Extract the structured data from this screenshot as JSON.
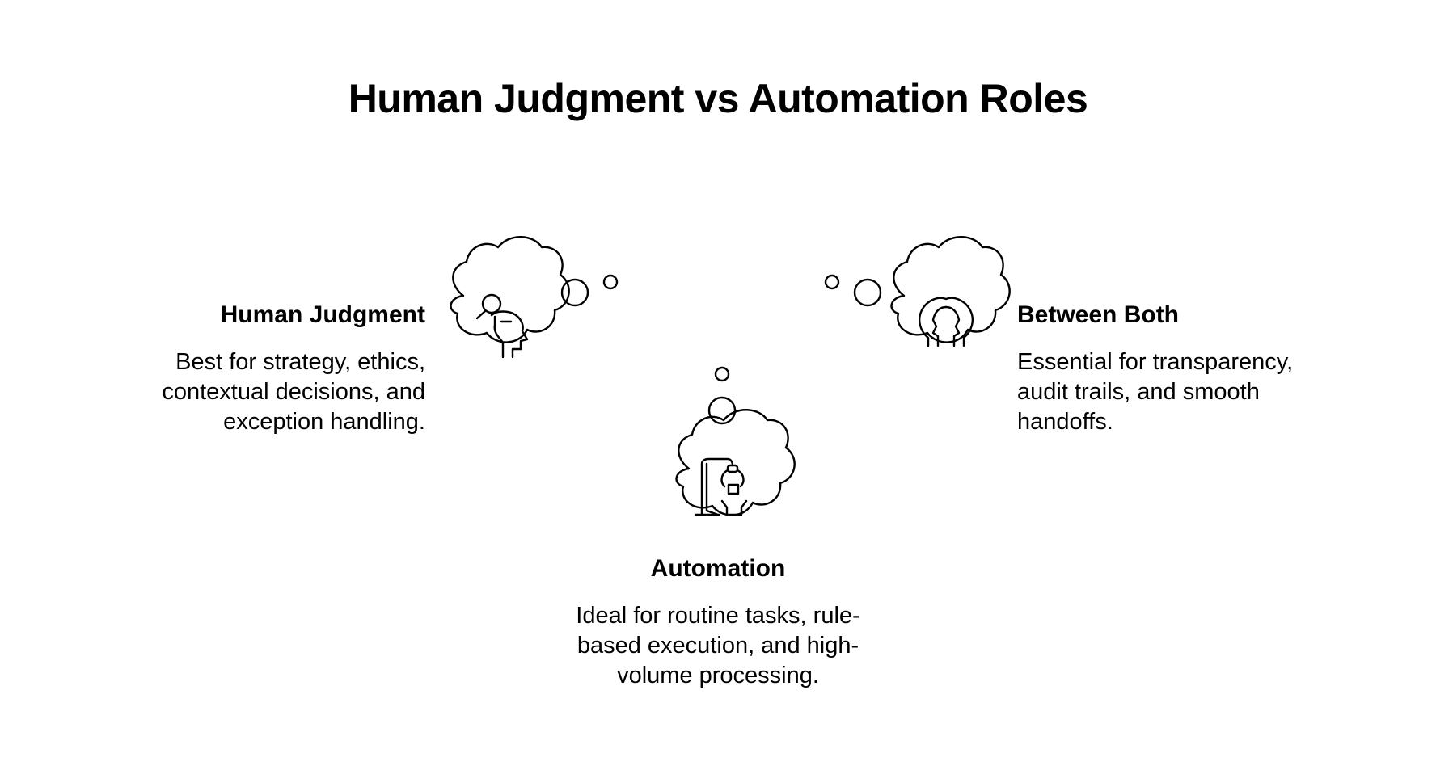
{
  "title": "Human Judgment vs Automation Roles",
  "items": [
    {
      "heading": "Human Judgment",
      "description": "Best for strategy, ethics, contextual decisions, and exception handling.",
      "icon": "head-magnifier-icon"
    },
    {
      "heading": "Automation",
      "description": "Ideal for routine tasks, rule-based execution, and high-volume processing.",
      "icon": "robot-arm-icon"
    },
    {
      "heading": "Between Both",
      "description": "Essential for transparency, audit trails, and smooth handoffs.",
      "icon": "two-heads-icon"
    }
  ],
  "colors": {
    "ink": "#000000",
    "background": "#ffffff"
  }
}
